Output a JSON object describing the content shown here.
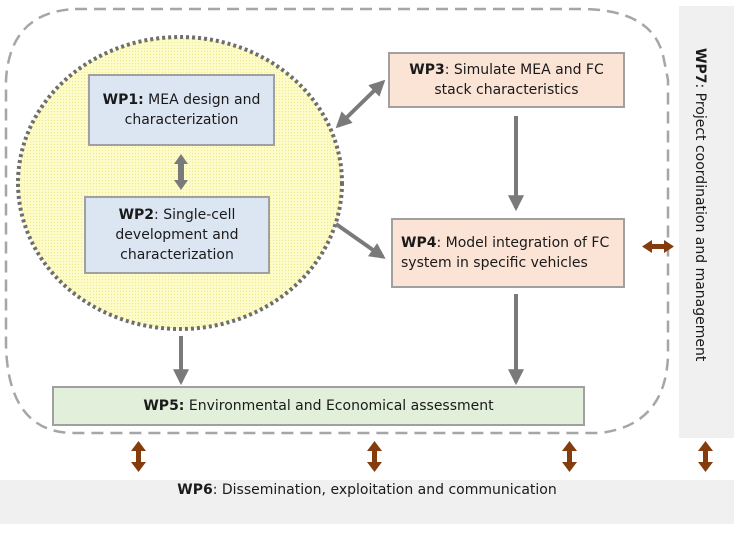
{
  "diagram": {
    "wp1": {
      "id": "WP1:",
      "text": " MEA design and characterization"
    },
    "wp2": {
      "id": "WP2",
      "text": ": Single-cell development and characterization"
    },
    "wp3": {
      "id": "WP3",
      "text": ": Simulate MEA and FC stack characteristics"
    },
    "wp4": {
      "id": "WP4",
      "text": ": Model integration of FC system in specific vehicles"
    },
    "wp5": {
      "id": "WP5:",
      "text": " Environmental and Economical assessment"
    },
    "wp6": {
      "id": "WP6",
      "text": ": Dissemination, exploitation and communication"
    },
    "wp7": {
      "id": "WP7",
      "text": ": Project coordination and management"
    }
  },
  "colors": {
    "blue_box": "#dce6f2",
    "peach_box": "#fbe3d6",
    "green_box": "#e2efda",
    "circle_fill": "#fdfbc8",
    "grey_arrow": "#7a7a7a",
    "brown_arrow": "#843c0c",
    "band": "#f0f0f0"
  }
}
